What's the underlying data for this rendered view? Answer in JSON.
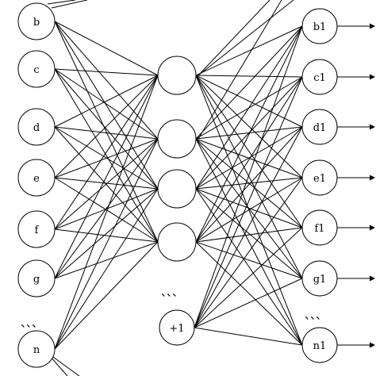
{
  "diagram": {
    "input_nodes": [
      "b",
      "c",
      "d",
      "e",
      "f",
      "g",
      "n"
    ],
    "hidden_nodes": [
      "",
      "",
      "",
      ""
    ],
    "bias_node": "+1",
    "output_nodes": [
      "b1",
      "c1",
      "d1",
      "e1",
      "f1",
      "g1",
      "n1"
    ],
    "ellipsis": "、、、"
  }
}
